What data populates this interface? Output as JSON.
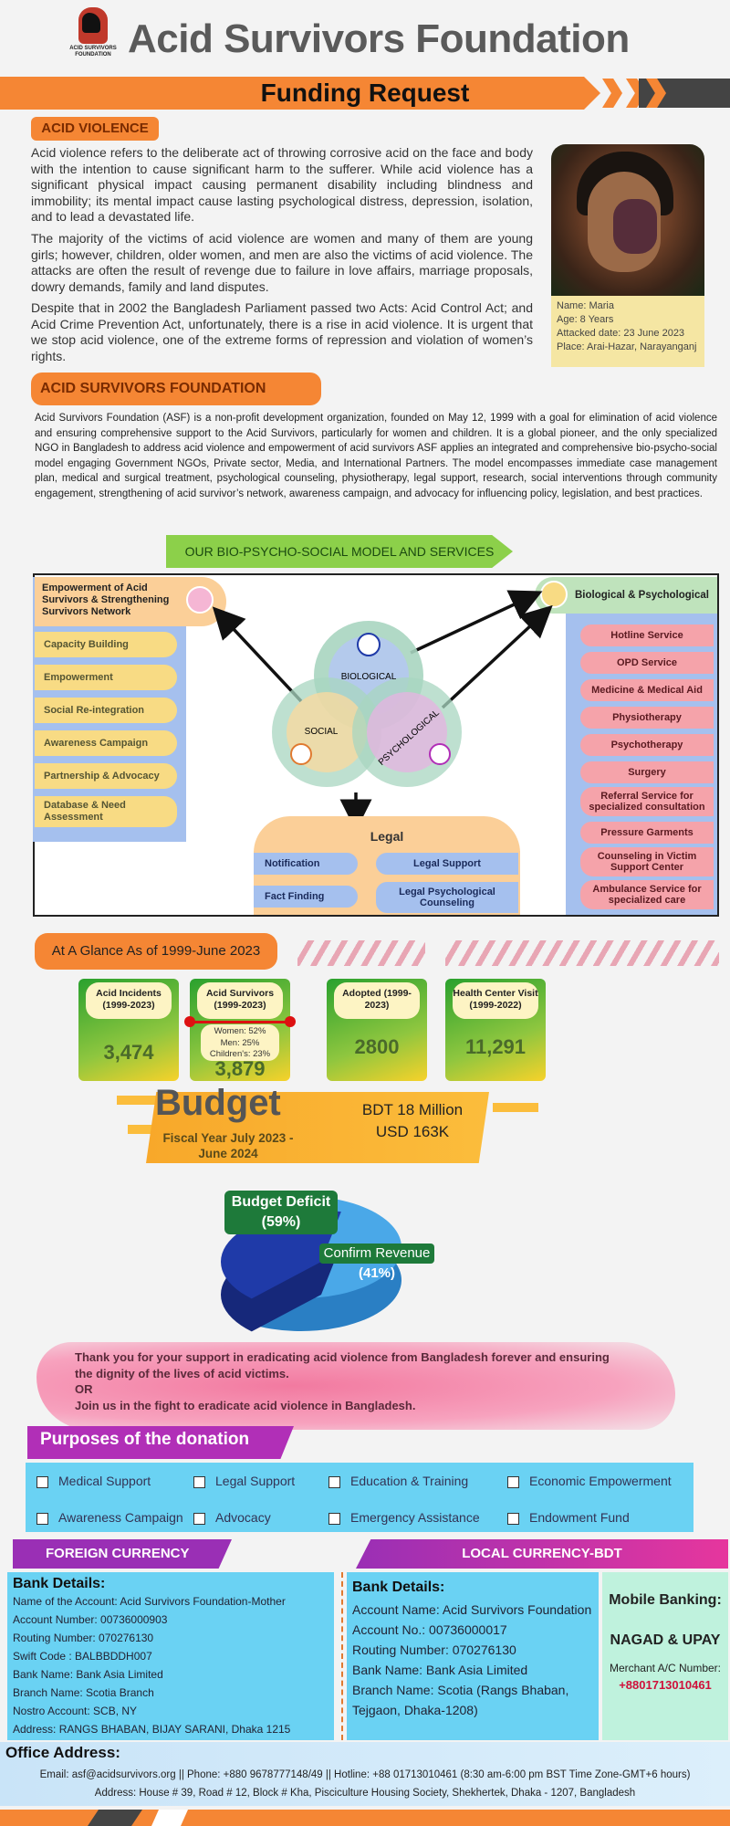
{
  "header": {
    "logo_text": "ACID SURVIVORS FOUNDATION",
    "title": "Acid Survivors Foundation",
    "banner": "Funding Request"
  },
  "acid_violence": {
    "heading": "ACID VIOLENCE",
    "p1": "Acid violence refers to the deliberate act of throwing corrosive acid on the face and body with the intention to cause significant harm to the sufferer. While acid violence has a significant physical impact causing permanent disability including blindness and immobility; its mental impact cause lasting psychological distress, depression, isolation, and to lead a devastated life.",
    "p2": "The majority of the victims of acid violence are women and many of them are young girls; however, children, older women, and men are also the victims of acid violence. The attacks are often the result of revenge due to failure in love affairs, marriage proposals, dowry demands, family and land disputes.",
    "p3": "Despite that in 2002 the Bangladesh Parliament passed two Acts: Acid Control Act; and Acid Crime Prevention Act, unfortunately, there is a rise in acid violence. It is urgent that we stop acid violence,  one of the extreme forms of repression and violation of women’s rights."
  },
  "photo": {
    "name": "Name: Maria",
    "age": "Age: 8 Years",
    "attacked": "Attacked date: 23 June 2023",
    "place": "Place: Arai-Hazar, Narayanganj"
  },
  "asf": {
    "heading": "ACID SURVIVORS FOUNDATION",
    "body": "Acid Survivors Foundation (ASF) is a non-profit development organization, founded on May 12, 1999 with a goal for elimination of acid violence and ensuring comprehensive support to the Acid Survivors, particularly for women and children. It is a global pioneer, and the only specialized NGO in Bangladesh to address acid violence and empowerment of acid survivors ASF applies an integrated and comprehensive bio-psycho-social model engaging Government NGOs, Private sector, Media, and International Partners. The model encompasses immediate case management plan, medical and surgical treatment, psychological counseling, physiotherapy, legal support, research, social interventions through community engagement, strengthening of acid survivor’s network, awareness campaign, and advocacy for influencing policy, legislation, and best practices."
  },
  "model": {
    "button": "OUR BIO-PSYCHO-SOCIAL MODEL AND SERVICES",
    "left_head": "Empowerment of Acid Survivors & Strengthening Survivors Network",
    "left_items": [
      "Capacity Building",
      "Empowerment",
      "Social Re-integration",
      "Awareness Campaign",
      "Partnership & Advocacy",
      "Database & Need Assessment"
    ],
    "right_head": "Biological & Psychological",
    "right_items": [
      "Hotline Service",
      "OPD Service",
      "Medicine & Medical Aid",
      "Physiotherapy",
      "Psychotherapy",
      "Surgery",
      "Referral Service for specialized consultation",
      "Pressure Garments",
      "Counseling in Victim Support Center",
      "Ambulance Service for specialized care"
    ],
    "venn": {
      "biological": "BIOLOGICAL",
      "social": "SOCIAL",
      "psychological": "PSYCHOLOGICAL"
    },
    "legal_head": "Legal",
    "legal_items": [
      "Notification",
      "Legal Support",
      "Fact Finding",
      "Legal Psychological Counseling"
    ]
  },
  "glance": {
    "heading": "At A Glance As of 1999-June 2023",
    "stats": [
      {
        "label": "Acid Incidents (1999-2023)",
        "value": "3,474"
      },
      {
        "label": "Acid Survivors (1999-2023)",
        "value": "3,879",
        "breakdown": [
          "Women: 52%",
          "Men: 25%",
          "Children's: 23%"
        ]
      },
      {
        "label": "Adopted (1999-2023)",
        "value": "2800"
      },
      {
        "label": "Health Center Visit (1999-2022)",
        "value": "11,291"
      }
    ]
  },
  "budget": {
    "word": "Budget",
    "fiscal": "Fiscal Year July 2023 - June 2024",
    "bdt": "BDT 18 Million",
    "usd": "USD 163K"
  },
  "chart_data": {
    "type": "pie",
    "categories": [
      "Budget Deficit",
      "Confirm Revenue"
    ],
    "values": [
      59,
      41
    ],
    "labels": [
      "(59%)",
      "(41%)"
    ],
    "colors": [
      "#4aa8e8",
      "#1f3aa8"
    ]
  },
  "thanks": {
    "line1": "Thank you for your support in eradicating acid violence from Bangladesh forever and ensuring the dignity of the lives of acid victims.",
    "or": "OR",
    "line2": "Join us in the fight to eradicate acid violence in Bangladesh."
  },
  "purposes": {
    "heading": "Purposes of the donation",
    "items": [
      "Medical Support",
      "Legal Support",
      "Education & Training",
      "Economic Empowerment",
      "Awareness Campaign",
      "Advocacy",
      "Emergency Assistance",
      "Endowment Fund"
    ]
  },
  "foreign": {
    "bar": "FOREIGN CURRENCY",
    "title": "Bank Details:",
    "lines": [
      "Name of the Account: Acid Survivors Foundation-Mother",
      "Account Number: 00736000903",
      "Routing Number: 070276130",
      "Swift Code : BALBBDDH007",
      "Bank Name: Bank Asia Limited",
      "Branch Name: Scotia Branch",
      "Nostro Account: SCB, NY",
      "Address: RANGS BHABAN, BIJAY SARANI, Dhaka 1215"
    ]
  },
  "local": {
    "bar": "LOCAL CURRENCY-BDT",
    "title": "Bank Details:",
    "lines": [
      "Account Name: Acid Survivors Foundation",
      "Account No.: 00736000017",
      "Routing Number: 070276130",
      "Bank Name: Bank Asia Limited",
      "Branch Name: Scotia (Rangs Bhaban, Tejgaon, Dhaka-1208)"
    ]
  },
  "mobile": {
    "title": "Mobile Banking:",
    "service": "NAGAD & UPAY",
    "merchant": "Merchant A/C Number:",
    "number": "+8801713010461"
  },
  "office": {
    "title": "Office Address:",
    "contact": "Email: asf@acidsurvivors.org || Phone: +880 9678777148/49 || Hotline: +88 01713010461  (8:30 am-6:00 pm BST Time Zone-GMT+6 hours)",
    "address": "Address: House # 39, Road # 12, Block # Kha, Pisciculture Housing Society, Shekhertek, Dhaka - 1207, Bangladesh"
  }
}
